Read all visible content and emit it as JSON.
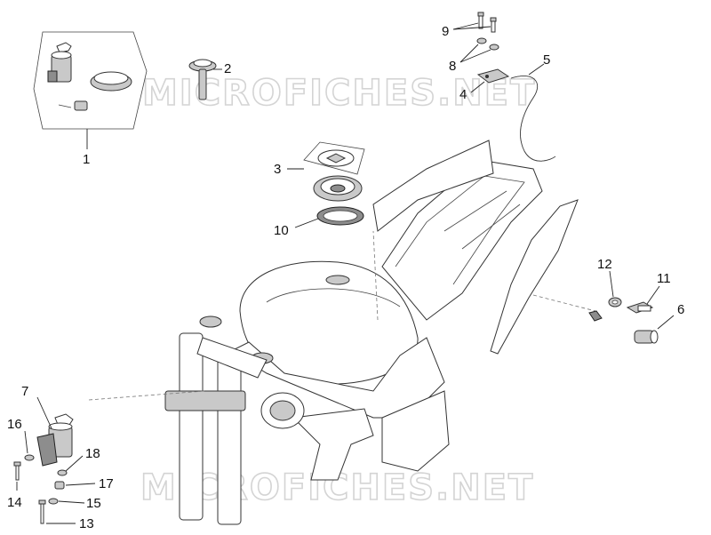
{
  "watermarks": [
    "MICROFICHES.NET",
    "MICROFICHES.NET"
  ],
  "callouts": {
    "c1": "1",
    "c2": "2",
    "c3": "3",
    "c4": "4",
    "c5": "5",
    "c6": "6",
    "c7": "7",
    "c8": "8",
    "c9": "9",
    "c10": "10",
    "c11": "11",
    "c12": "12",
    "c13": "13",
    "c14": "14",
    "c15": "15",
    "c16": "16",
    "c17": "17",
    "c18": "18"
  }
}
